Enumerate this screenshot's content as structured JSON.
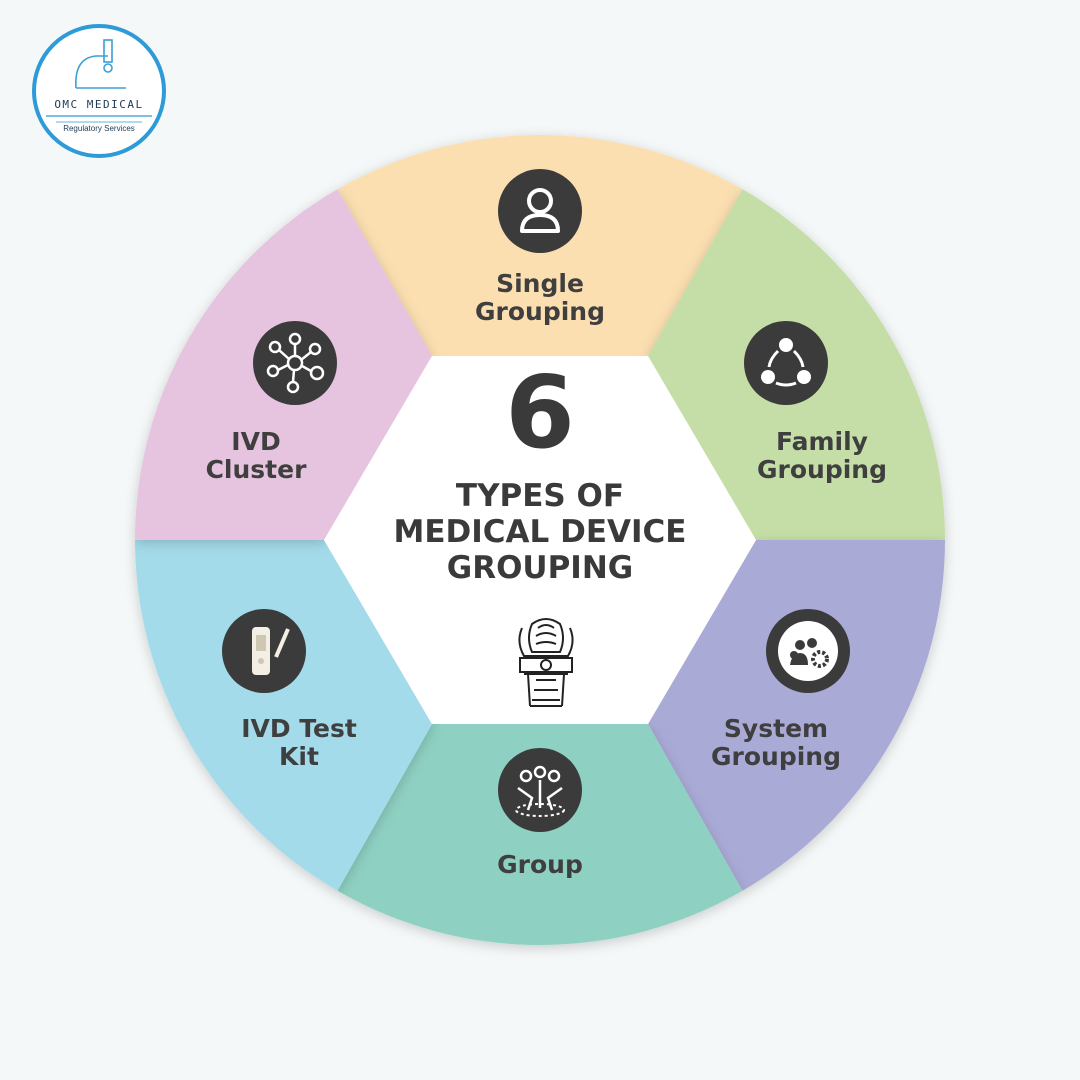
{
  "brand": {
    "name": "OMC MEDICAL",
    "tagline": "Regulatory Services",
    "accent": "#2d9bd8"
  },
  "center": {
    "number": "6",
    "title": "TYPES OF\nMEDICAL DEVICE\nGROUPING",
    "emblem_icon": "national-emblem-icon"
  },
  "segments": [
    {
      "label": "Single\nGrouping",
      "color": "#fbdfb1",
      "icon": "person-icon"
    },
    {
      "label": "Family\nGrouping",
      "color": "#c5dea7",
      "icon": "team-cycle-icon"
    },
    {
      "label": "System\nGrouping",
      "color": "#aaaad7",
      "icon": "people-gear-icon"
    },
    {
      "label": "Group",
      "color": "#8ed0c2",
      "icon": "people-circle-icon"
    },
    {
      "label": "IVD Test\nKit",
      "color": "#a4dbea",
      "icon": "test-kit-icon"
    },
    {
      "label": "IVD\nCluster",
      "color": "#e6c3de",
      "icon": "network-cluster-icon"
    }
  ]
}
